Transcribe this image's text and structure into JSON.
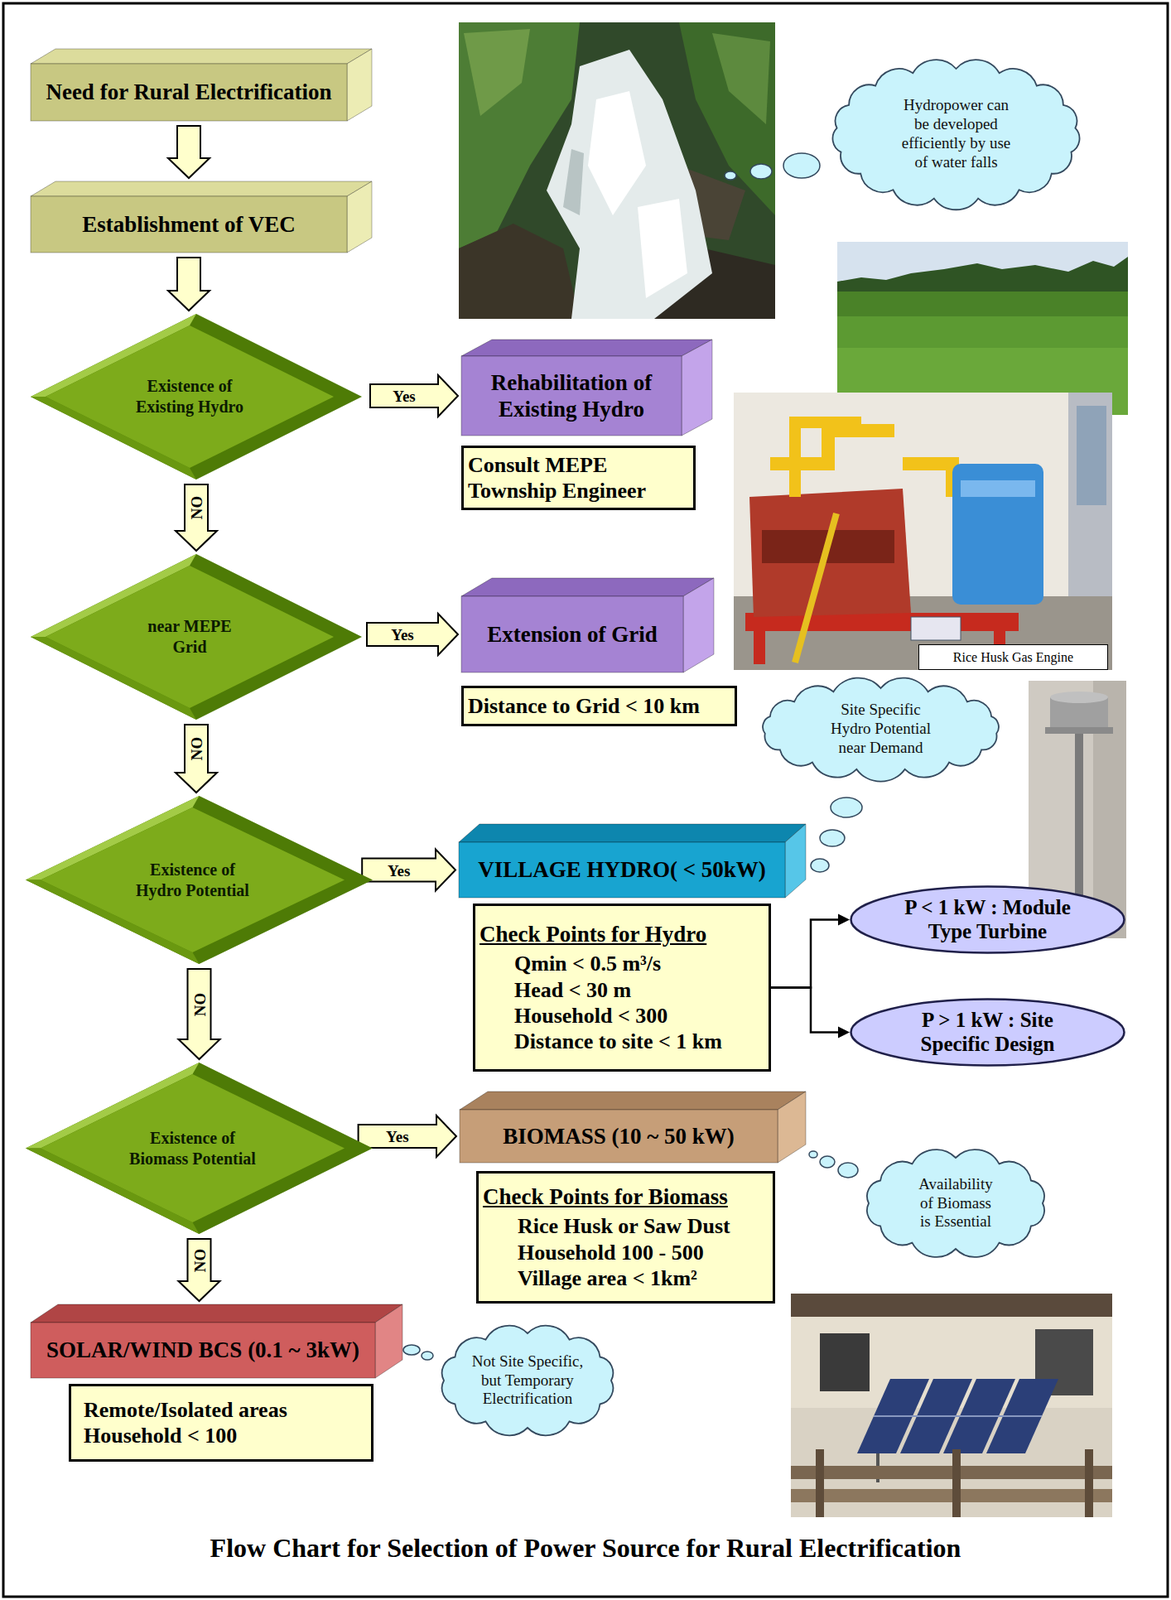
{
  "diagram": {
    "caption": "Flow Chart for Selection of Power Source for Rural Electrification",
    "nodes": [
      {
        "text": [
          "Need for Rural Electrification"
        ]
      },
      {
        "text": [
          "Establishment of VEC"
        ]
      },
      {
        "text": [
          "Existence of Existing Hydro"
        ]
      },
      {
        "text": [
          "Rehabilitation of Existing Hydro"
        ]
      },
      {
        "text": [
          "Consult MEPE Township Engineer"
        ]
      },
      {
        "text": [
          "Hydropower can be developed efficiently by use of water falls"
        ]
      },
      {
        "text": [
          "near MEPE Grid"
        ]
      },
      {
        "text": [
          "Extension of Grid"
        ]
      },
      {
        "text": [
          "Distance to Grid < 10 km"
        ]
      },
      {
        "text": [
          "Site Specific Hydro Potential near Demand"
        ]
      },
      {
        "text": [
          "Existence of Hydro Potential"
        ]
      },
      {
        "text": [
          "VILLAGE HYDRO( < 50kW)"
        ]
      },
      {
        "text": [
          "Check Points for Hydro",
          "Qmin < 0.5 m³/s",
          "Head < 30 m",
          "Household < 300",
          "Distance to site < 1 km"
        ]
      },
      {
        "text": [
          "P < 1 kW : Module Type Turbine"
        ]
      },
      {
        "text": [
          "P > 1 kW : Site Specific Design"
        ]
      },
      {
        "text": [
          "Existence of Biomass Potential"
        ]
      },
      {
        "text": [
          "BIOMASS (10 ~ 50 kW)"
        ]
      },
      {
        "text": [
          "Check Points for Biomass",
          "Rice Husk or Saw Dust",
          "Household 100 - 500",
          "Village area < 1km²"
        ]
      },
      {
        "text": [
          "Availability of Biomass is Essential"
        ]
      },
      {
        "text": [
          "SOLAR/WIND BCS (0.1 ~ 3kW)"
        ]
      },
      {
        "text": [
          "Remote/Isolated areas",
          "Household < 100"
        ]
      },
      {
        "text": [
          "Not Site Specific, but Temporary Electrification"
        ]
      }
    ],
    "edges": [
      {
        "from": 0,
        "to": 1,
        "arrow": "to"
      },
      {
        "from": 1,
        "to": 2,
        "arrow": "to"
      },
      {
        "from": 2,
        "to": 3,
        "label": "Yes",
        "arrow": "to"
      },
      {
        "from": 2,
        "to": 6,
        "label": "NO",
        "arrow": "to"
      },
      {
        "from": 6,
        "to": 7,
        "label": "Yes",
        "arrow": "to"
      },
      {
        "from": 6,
        "to": 10,
        "label": "NO",
        "arrow": "to"
      },
      {
        "from": 10,
        "to": 11,
        "label": "Yes",
        "arrow": "to"
      },
      {
        "from": 10,
        "to": 15,
        "label": "NO",
        "arrow": "to"
      },
      {
        "from": 15,
        "to": 16,
        "label": "Yes",
        "arrow": "to"
      },
      {
        "from": 15,
        "to": 19,
        "label": "NO",
        "arrow": "to"
      },
      {
        "from": 12,
        "to": 13,
        "arrow": "to"
      },
      {
        "from": 12,
        "to": 14,
        "arrow": "to"
      }
    ],
    "labels": [
      "Rice Husk Gas Engine"
    ]
  }
}
